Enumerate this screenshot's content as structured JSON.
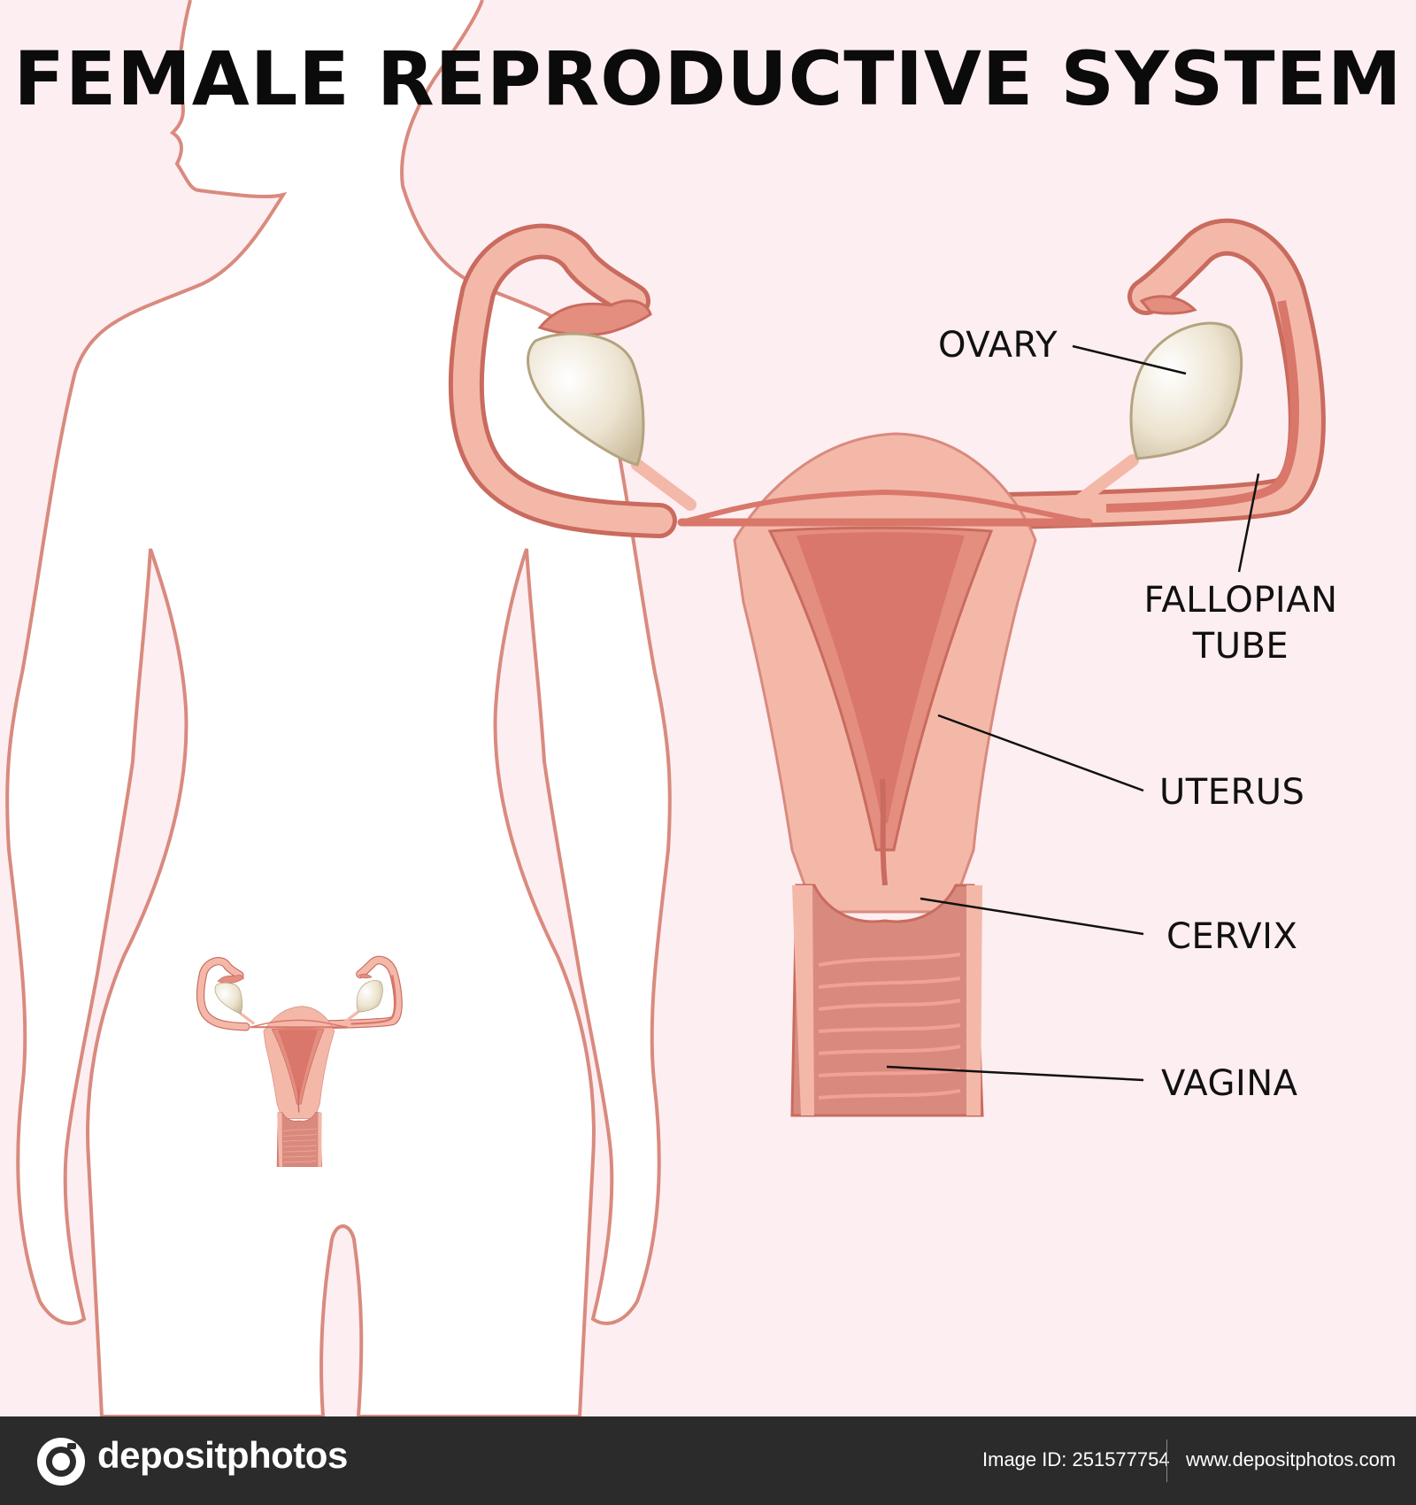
{
  "title": "FEMALE REPRODUCTIVE SYSTEM",
  "labels": {
    "ovary": "OVARY",
    "fallopian_tube_line1": "FALLOPIAN",
    "fallopian_tube_line2": "TUBE",
    "uterus": "UTERUS",
    "cervix": "CERVIX",
    "vagina": "VAGINA"
  },
  "footer": {
    "brand": "depositphotos",
    "image_id": "Image ID: 251577754",
    "site": "www.depositphotos.com"
  },
  "colors": {
    "background": "#fdeef1",
    "outline": "#d98a7e",
    "tissue": "#f4b8a9",
    "tissue_dark": "#d9776a",
    "ovary": "#e6dcc7",
    "footer": "#2b2b2b"
  }
}
